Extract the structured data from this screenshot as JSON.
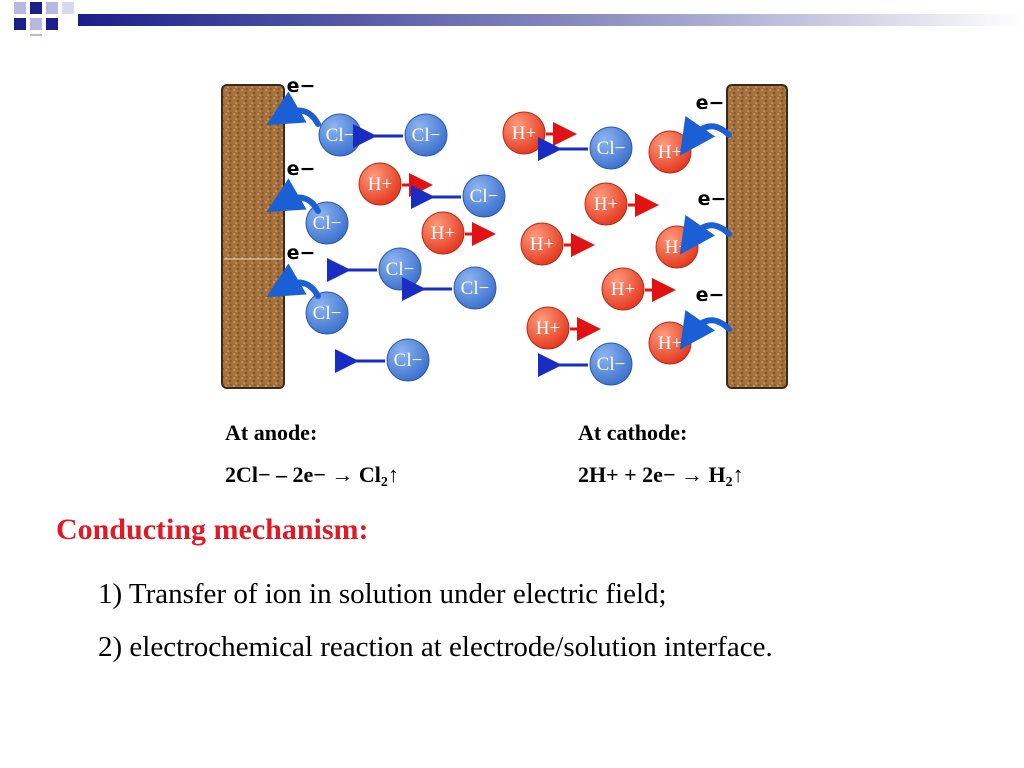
{
  "theme": {
    "anion_color": "#3f7ad4",
    "cation_color": "#ea3b24",
    "anion_arrow_color": "#1a2dc2",
    "cation_arrow_color": "#e21212",
    "electrode_color": "#a4703c",
    "electron_arrow_color": "#1b5fd6",
    "title_color": "#e01a24"
  },
  "diagram": {
    "electron_label": "e−",
    "anion_label": "Cl−",
    "cation_label": "H+"
  },
  "equations": {
    "anode_title": "At anode:",
    "anode_text": "2Cl− – 2e− → Cl",
    "anode_sub": "2",
    "anode_arrow": "↑",
    "cathode_title": "At cathode:",
    "cathode_text": "2H+ + 2e− → H",
    "cathode_sub": "2",
    "cathode_arrow": "↑"
  },
  "mechanism": {
    "title": "Conducting mechanism:",
    "points": [
      "1) Transfer of ion in solution under electric field;",
      "2)  electrochemical reaction at electrode/solution interface."
    ]
  }
}
